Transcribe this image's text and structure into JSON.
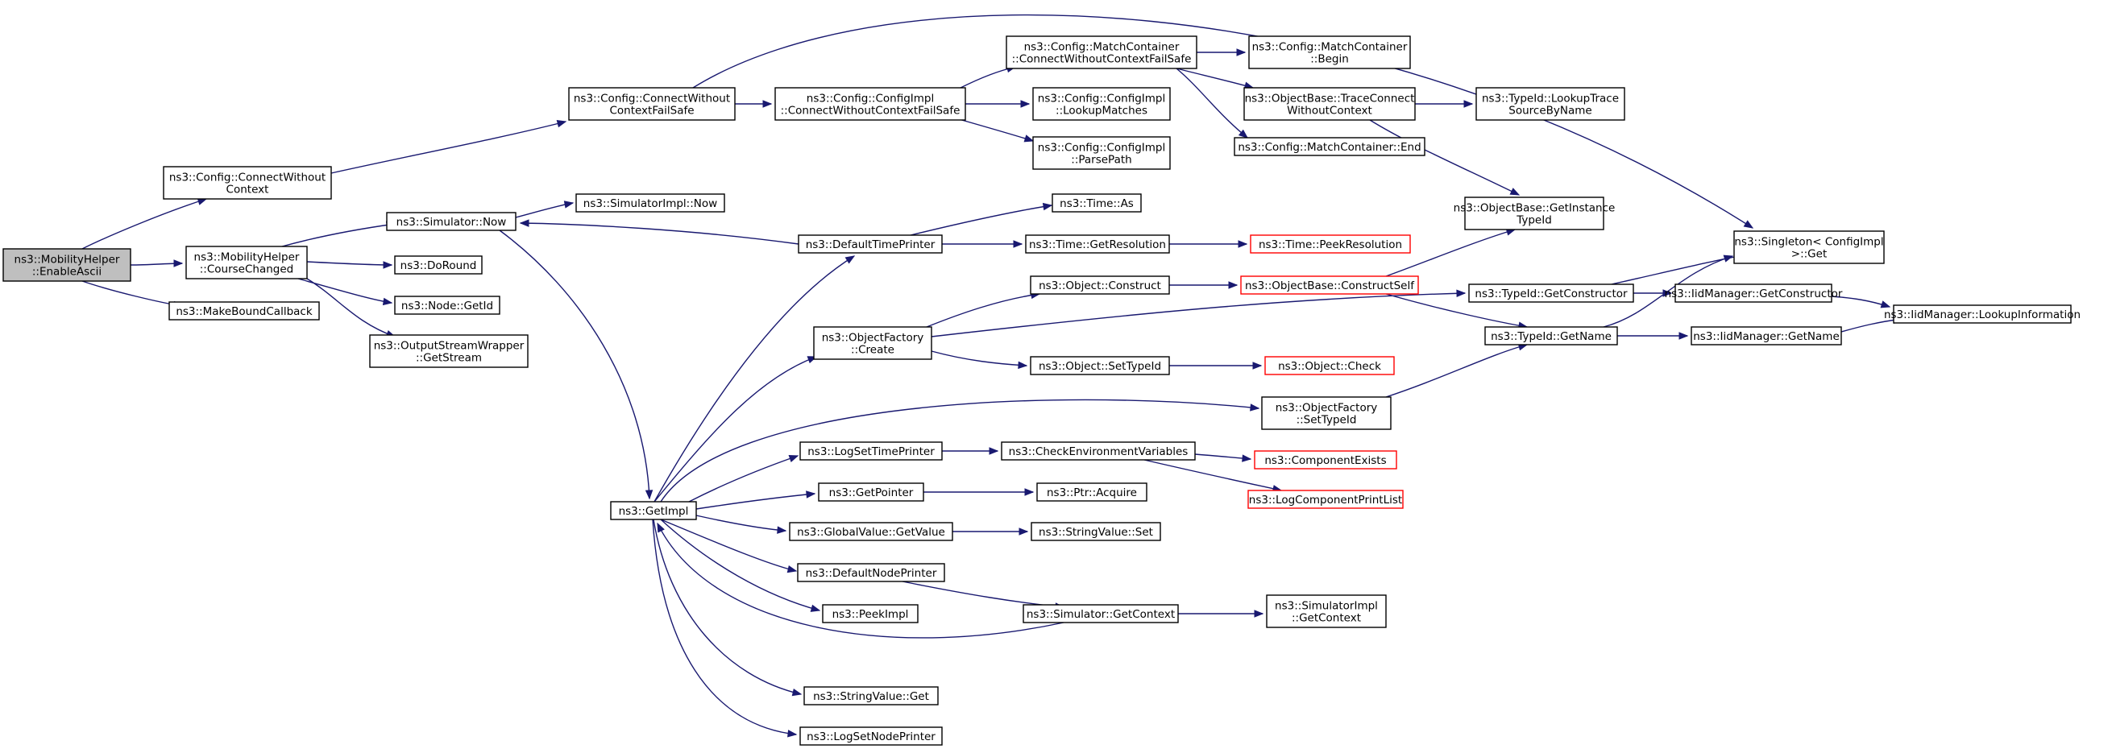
{
  "graph": {
    "colors": {
      "edge": "#191970",
      "node_border": "#000000",
      "truncated_border": "#ff0000",
      "root_fill": "#bfbfbf"
    },
    "nodes": [
      {
        "id": "n1",
        "lines": [
          "ns3::MobilityHelper",
          "::EnableAscii"
        ],
        "root": true
      },
      {
        "id": "n2",
        "lines": [
          "ns3::Config::ConnectWithout",
          "Context"
        ]
      },
      {
        "id": "n3",
        "lines": [
          "ns3::MobilityHelper",
          "::CourseChanged"
        ]
      },
      {
        "id": "n4",
        "lines": [
          "ns3::MakeBoundCallback"
        ]
      },
      {
        "id": "n5",
        "lines": [
          "ns3::Config::ConnectWithout",
          "ContextFailSafe"
        ]
      },
      {
        "id": "n6",
        "lines": [
          "ns3::Singleton< ConfigImpl",
          " >::Get"
        ]
      },
      {
        "id": "n7",
        "lines": [
          "ns3::Config::ConfigImpl",
          "::ConnectWithoutContextFailSafe"
        ]
      },
      {
        "id": "n8",
        "lines": [
          "ns3::Config::MatchContainer",
          "::ConnectWithoutContextFailSafe"
        ]
      },
      {
        "id": "n9",
        "lines": [
          "ns3::Config::ConfigImpl",
          "::LookupMatches"
        ]
      },
      {
        "id": "n10",
        "lines": [
          "ns3::Config::ConfigImpl",
          "::ParsePath"
        ]
      },
      {
        "id": "n11",
        "lines": [
          "ns3::Config::MatchContainer",
          "::Begin"
        ]
      },
      {
        "id": "n12",
        "lines": [
          "ns3::ObjectBase::TraceConnect",
          "WithoutContext"
        ]
      },
      {
        "id": "n13",
        "lines": [
          "ns3::Config::MatchContainer::End"
        ]
      },
      {
        "id": "n14",
        "lines": [
          "ns3::ObjectBase::GetInstance",
          "TypeId"
        ]
      },
      {
        "id": "n15",
        "lines": [
          "ns3::TypeId::LookupTrace",
          "SourceByName"
        ]
      },
      {
        "id": "n16",
        "lines": [
          "ns3::Simulator::Now"
        ]
      },
      {
        "id": "n17",
        "lines": [
          "ns3::DoRound"
        ]
      },
      {
        "id": "n18",
        "lines": [
          "ns3::Node::GetId"
        ]
      },
      {
        "id": "n19",
        "lines": [
          "ns3::OutputStreamWrapper",
          "::GetStream"
        ]
      },
      {
        "id": "n20",
        "lines": [
          "ns3::SimulatorImpl::Now"
        ]
      },
      {
        "id": "n21",
        "lines": [
          "ns3::GetImpl"
        ]
      },
      {
        "id": "n22",
        "lines": [
          "ns3::DefaultTimePrinter"
        ]
      },
      {
        "id": "n23",
        "lines": [
          "ns3::Time::As"
        ]
      },
      {
        "id": "n24",
        "lines": [
          "ns3::Time::GetResolution"
        ]
      },
      {
        "id": "n25",
        "lines": [
          "ns3::Time::PeekResolution"
        ],
        "truncated": true
      },
      {
        "id": "n26",
        "lines": [
          "ns3::ObjectFactory",
          "::Create"
        ]
      },
      {
        "id": "n27",
        "lines": [
          "ns3::Object::Construct"
        ]
      },
      {
        "id": "n28",
        "lines": [
          "ns3::ObjectBase::ConstructSelf"
        ],
        "truncated": true
      },
      {
        "id": "n29",
        "lines": [
          "ns3::TypeId::GetConstructor"
        ]
      },
      {
        "id": "n30",
        "lines": [
          "ns3::IidManager::GetConstructor"
        ]
      },
      {
        "id": "n31",
        "lines": [
          "ns3::IidManager::LookupInformation"
        ]
      },
      {
        "id": "n32",
        "lines": [
          "ns3::TypeId::GetName"
        ]
      },
      {
        "id": "n33",
        "lines": [
          "ns3::IidManager::GetName"
        ]
      },
      {
        "id": "n34",
        "lines": [
          "ns3::Object::SetTypeId"
        ]
      },
      {
        "id": "n35",
        "lines": [
          "ns3::Object::Check"
        ],
        "truncated": true
      },
      {
        "id": "n36",
        "lines": [
          "ns3::ObjectFactory",
          "::SetTypeId"
        ]
      },
      {
        "id": "n37",
        "lines": [
          "ns3::LogSetTimePrinter"
        ]
      },
      {
        "id": "n38",
        "lines": [
          "ns3::CheckEnvironmentVariables"
        ]
      },
      {
        "id": "n39",
        "lines": [
          "ns3::ComponentExists"
        ],
        "truncated": true
      },
      {
        "id": "n40",
        "lines": [
          "ns3::LogComponentPrintList"
        ],
        "truncated": true
      },
      {
        "id": "n41",
        "lines": [
          "ns3::GetPointer"
        ]
      },
      {
        "id": "n42",
        "lines": [
          "ns3::Ptr::Acquire"
        ]
      },
      {
        "id": "n43",
        "lines": [
          "ns3::GlobalValue::GetValue"
        ]
      },
      {
        "id": "n44",
        "lines": [
          "ns3::StringValue::Set"
        ]
      },
      {
        "id": "n45",
        "lines": [
          "ns3::DefaultNodePrinter"
        ]
      },
      {
        "id": "n46",
        "lines": [
          "ns3::Simulator::GetContext"
        ]
      },
      {
        "id": "n47",
        "lines": [
          "ns3::SimulatorImpl",
          "::GetContext"
        ]
      },
      {
        "id": "n48",
        "lines": [
          "ns3::PeekImpl"
        ]
      },
      {
        "id": "n49",
        "lines": [
          "ns3::StringValue::Get"
        ]
      },
      {
        "id": "n50",
        "lines": [
          "ns3::LogSetNodePrinter"
        ]
      }
    ],
    "edges": [
      [
        "n1",
        "n2"
      ],
      [
        "n1",
        "n3"
      ],
      [
        "n1",
        "n4"
      ],
      [
        "n2",
        "n5"
      ],
      [
        "n5",
        "n6"
      ],
      [
        "n5",
        "n7"
      ],
      [
        "n7",
        "n8"
      ],
      [
        "n7",
        "n9"
      ],
      [
        "n7",
        "n10"
      ],
      [
        "n8",
        "n11"
      ],
      [
        "n8",
        "n12"
      ],
      [
        "n8",
        "n13"
      ],
      [
        "n12",
        "n14"
      ],
      [
        "n12",
        "n15"
      ],
      [
        "n3",
        "n16"
      ],
      [
        "n3",
        "n17"
      ],
      [
        "n3",
        "n18"
      ],
      [
        "n3",
        "n19"
      ],
      [
        "n16",
        "n20"
      ],
      [
        "n16",
        "n21"
      ],
      [
        "n21",
        "n22"
      ],
      [
        "n22",
        "n16"
      ],
      [
        "n22",
        "n23"
      ],
      [
        "n22",
        "n24"
      ],
      [
        "n24",
        "n25"
      ],
      [
        "n21",
        "n26"
      ],
      [
        "n26",
        "n27"
      ],
      [
        "n27",
        "n28"
      ],
      [
        "n28",
        "n14"
      ],
      [
        "n28",
        "n32"
      ],
      [
        "n26",
        "n29"
      ],
      [
        "n29",
        "n6"
      ],
      [
        "n29",
        "n30"
      ],
      [
        "n30",
        "n31"
      ],
      [
        "n32",
        "n6"
      ],
      [
        "n32",
        "n33"
      ],
      [
        "n33",
        "n31"
      ],
      [
        "n26",
        "n34"
      ],
      [
        "n34",
        "n35"
      ],
      [
        "n21",
        "n36"
      ],
      [
        "n36",
        "n32"
      ],
      [
        "n21",
        "n37"
      ],
      [
        "n37",
        "n38"
      ],
      [
        "n38",
        "n39"
      ],
      [
        "n38",
        "n40"
      ],
      [
        "n21",
        "n41"
      ],
      [
        "n41",
        "n42"
      ],
      [
        "n21",
        "n43"
      ],
      [
        "n43",
        "n44"
      ],
      [
        "n21",
        "n45"
      ],
      [
        "n45",
        "n46"
      ],
      [
        "n46",
        "n47"
      ],
      [
        "n46",
        "n21"
      ],
      [
        "n21",
        "n48"
      ],
      [
        "n21",
        "n49"
      ],
      [
        "n21",
        "n50"
      ]
    ]
  }
}
